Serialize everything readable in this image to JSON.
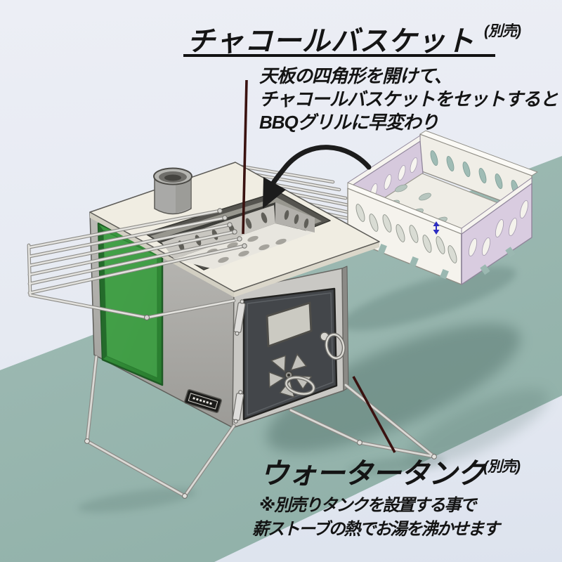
{
  "image_type": "product-feature-illustration",
  "product": "portable wood stove (CAD render)",
  "annotations": {
    "charcoal_basket": {
      "title": "チャコールバスケット",
      "badge": "(別売)",
      "desc_lines": [
        "天板の四角形を開けて、",
        "チャコールバスケットをセットすると",
        "BBQグリルに早変わり"
      ]
    },
    "water_tank": {
      "title": "ウォータータンク",
      "badge": "(別売)",
      "note_lines": [
        "※別売りタンクを設置する事で",
        "薪ストーブの熱でお湯を沸かせます"
      ]
    }
  },
  "icons": {
    "down_arrow": "thick curved black arrow pointing into stove top opening",
    "dimension_marker": "small blue double arrow on basket edge",
    "leader_lines": "dark maroon callout lines"
  },
  "colors": {
    "background_light": "#e9edf4",
    "background_teal": "#9bb8b1",
    "glass_green": "#2f8a35",
    "basket_lavender": "#d7cade",
    "stove_top_ivory": "#f0ede2",
    "door_charcoal": "#43464a",
    "leader_line_maroon": "#3a1210",
    "text_black": "#141414"
  }
}
